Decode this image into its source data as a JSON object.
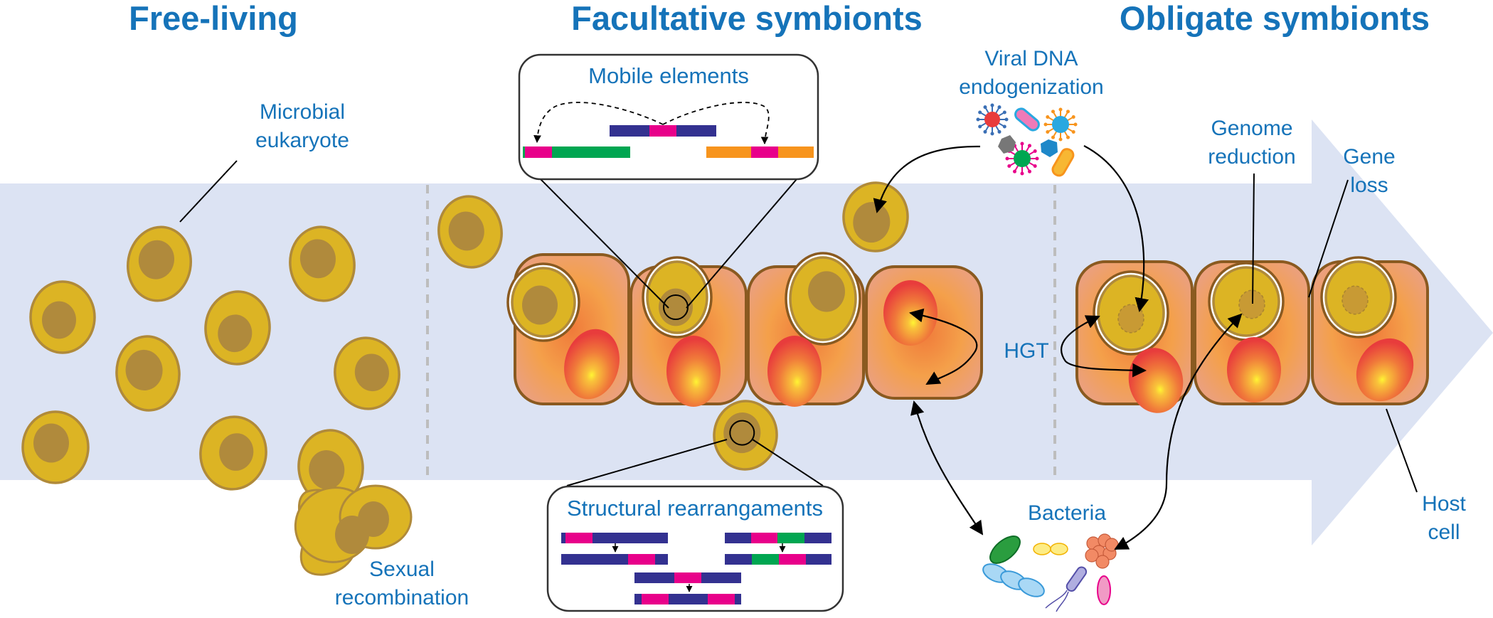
{
  "titles": {
    "free_living": "Free-living",
    "facultative": "Facultative symbionts",
    "obligate": "Obligate symbionts"
  },
  "labels": {
    "microbial_eukaryote": [
      "Microbial",
      "eukaryote"
    ],
    "sexual_recombination": [
      "Sexual",
      "recombination"
    ],
    "mobile_elements": "Mobile elements",
    "structural_rearrangements": "Structural rearrangaments",
    "viral_dna": [
      "Viral DNA",
      "endogenization"
    ],
    "hgt": "HGT",
    "bacteria": "Bacteria",
    "genome_reduction": [
      "Genome",
      "reduction"
    ],
    "gene_loss": [
      "Gene",
      "loss"
    ],
    "host_cell": [
      "Host",
      "cell"
    ]
  },
  "colors": {
    "label_blue": "#1573b9",
    "band": "#dce3f3",
    "cell_yellow": "#dcb424",
    "cell_outline": "#b08a3a",
    "nucleus": "#b08a3c",
    "host_orange": "#f4a24a",
    "host_outline": "#8a5a20",
    "dna_navy": "#333190",
    "dna_magenta": "#e8008a",
    "dna_green": "#00a651",
    "dna_orange": "#f7941d"
  }
}
